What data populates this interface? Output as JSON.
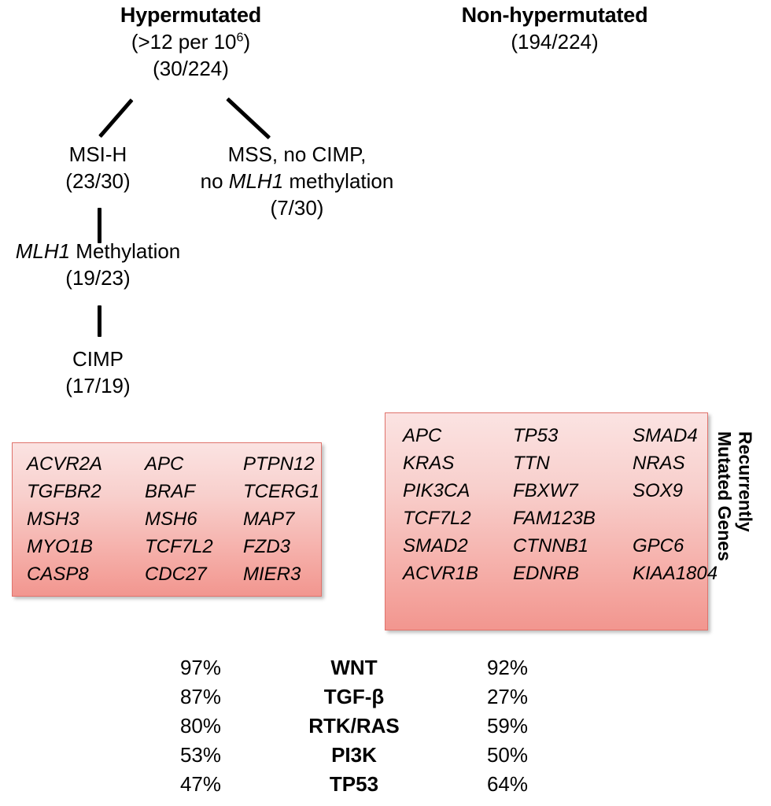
{
  "columns": {
    "hypermutated": {
      "title": "Hypermutated",
      "rate": "(>12 per 10",
      "rate_exp": "6",
      "rate_close": ")",
      "fraction": "(30/224)"
    },
    "non_hypermutated": {
      "title": "Non-hypermutated",
      "fraction": "(194/224)"
    }
  },
  "tree": {
    "msi_h": {
      "label": "MSI-H",
      "fraction": "(23/30)"
    },
    "mss": {
      "line1": "MSS, no CIMP,",
      "line2_italic": "MLH1",
      "line2_pre": "no ",
      "line2_post": " methylation",
      "fraction": "(7/30)"
    },
    "mlh1": {
      "gene": "MLH1",
      "label": " Methylation",
      "fraction": "(19/23)"
    },
    "cimp": {
      "label": "CIMP",
      "fraction": "(17/19)"
    }
  },
  "gene_boxes": {
    "side_label": "Recurrently\nMutated Genes",
    "hypermutated": [
      [
        "ACVR2A",
        "APC",
        "PTPN12"
      ],
      [
        "TGFBR2",
        "BRAF",
        "TCERG1"
      ],
      [
        "MSH3",
        "MSH6",
        "MAP7"
      ],
      [
        "MYO1B",
        "TCF7L2",
        "FZD3"
      ],
      [
        "CASP8",
        "CDC27",
        "MIER3"
      ]
    ],
    "non_hypermutated": [
      [
        "APC",
        "TP53",
        "SMAD4"
      ],
      [
        "KRAS",
        "TTN",
        "NRAS"
      ],
      [
        "PIK3CA",
        "FBXW7",
        "SOX9"
      ],
      [
        "TCF7L2",
        "FAM123B",
        ""
      ],
      [
        "SMAD2",
        "CTNNB1",
        "GPC6"
      ],
      [
        "ACVR1B",
        "EDNRB",
        "KIAA1804"
      ]
    ]
  },
  "chart_data": {
    "type": "table",
    "title": "Pathway alteration frequency",
    "categories": [
      "WNT",
      "TGF-β",
      "RTK/RAS",
      "PI3K",
      "TP53"
    ],
    "series": [
      {
        "name": "Hypermutated",
        "values": [
          "97%",
          "87%",
          "80%",
          "53%",
          "47%"
        ]
      },
      {
        "name": "Non-hypermutated",
        "values": [
          "92%",
          "27%",
          "59%",
          "50%",
          "64%"
        ]
      }
    ]
  },
  "colors": {
    "box_fill_top": "#fbe3e2",
    "box_fill_bottom": "#f2968f",
    "box_border": "#e0736c",
    "text": "#000000"
  }
}
